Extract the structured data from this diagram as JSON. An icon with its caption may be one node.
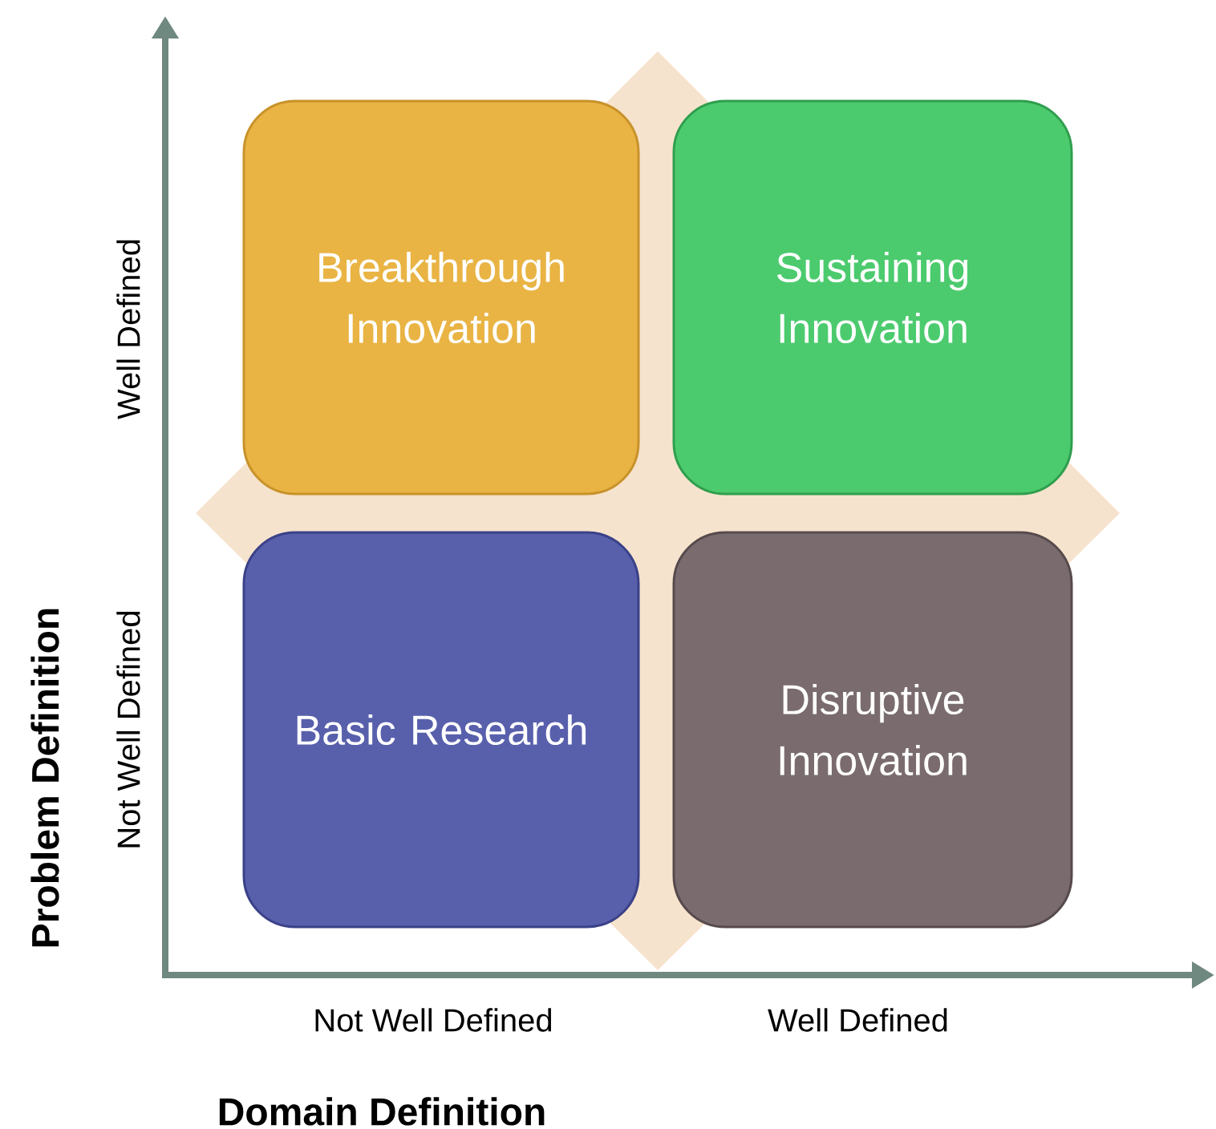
{
  "diagram": {
    "nodes": [
      {
        "text": [
          "Breakthrough Innovation"
        ]
      },
      {
        "text": [
          "Sustaining Innovation"
        ]
      },
      {
        "text": [
          "Basic Research"
        ]
      },
      {
        "text": [
          "Disruptive Innovation"
        ]
      }
    ],
    "labels": [
      "Well Defined",
      "Not Well Defined",
      "Problem Definition",
      "Not Well Defined",
      "Well Defined",
      "Domain Definition"
    ]
  }
}
